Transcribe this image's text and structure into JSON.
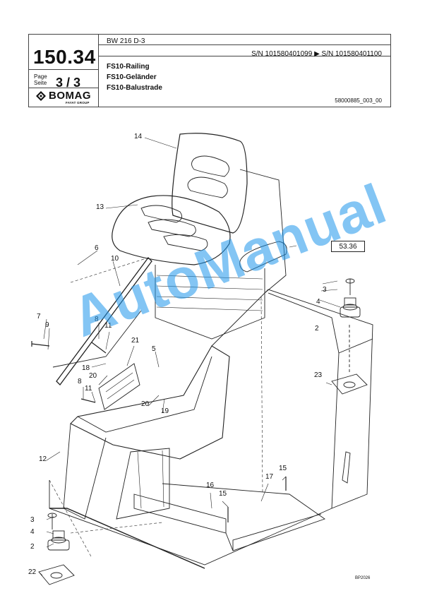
{
  "header": {
    "page_number": "150.34",
    "page_label_en": "Page",
    "page_label_de": "Seite",
    "page_value": "3 / 3",
    "model": "BW 216 D-3",
    "serial_range": "S/N 101580401099  ▶  S/N 101580401100",
    "title_en": "FS10-Railing",
    "title_de": "FS10-Geländer",
    "title_fr": "FS10-Balustrade",
    "doc_number": "58000885_003_00",
    "logo_name": "BOMAG",
    "logo_sub": "FAYAT GROUP"
  },
  "diagram": {
    "reference_box": "53.36",
    "footer_code": "BP2026",
    "callouts": [
      {
        "id": "c14",
        "label": "14"
      },
      {
        "id": "c13",
        "label": "13"
      },
      {
        "id": "c6",
        "label": "6"
      },
      {
        "id": "c10",
        "label": "10"
      },
      {
        "id": "c7",
        "label": "7"
      },
      {
        "id": "c9",
        "label": "9"
      },
      {
        "id": "c8a",
        "label": "8"
      },
      {
        "id": "c11a",
        "label": "11"
      },
      {
        "id": "c21",
        "label": "21"
      },
      {
        "id": "c5",
        "label": "5"
      },
      {
        "id": "c18",
        "label": "18"
      },
      {
        "id": "c20a",
        "label": "20"
      },
      {
        "id": "c8b",
        "label": "8"
      },
      {
        "id": "c11b",
        "label": "11"
      },
      {
        "id": "c20b",
        "label": "20"
      },
      {
        "id": "c19",
        "label": "19"
      },
      {
        "id": "c12",
        "label": "12"
      },
      {
        "id": "c3a",
        "label": "3"
      },
      {
        "id": "c4a",
        "label": "4"
      },
      {
        "id": "c2a",
        "label": "2"
      },
      {
        "id": "c23",
        "label": "23"
      },
      {
        "id": "c15a",
        "label": "15"
      },
      {
        "id": "c17",
        "label": "17"
      },
      {
        "id": "c16",
        "label": "16"
      },
      {
        "id": "c15b",
        "label": "15"
      },
      {
        "id": "c3b",
        "label": "3"
      },
      {
        "id": "c4b",
        "label": "4"
      },
      {
        "id": "c2b",
        "label": "2"
      },
      {
        "id": "c22",
        "label": "22"
      }
    ]
  },
  "watermark": "AutoManual",
  "colors": {
    "watermark": "#1e96eb",
    "line": "#222222"
  }
}
